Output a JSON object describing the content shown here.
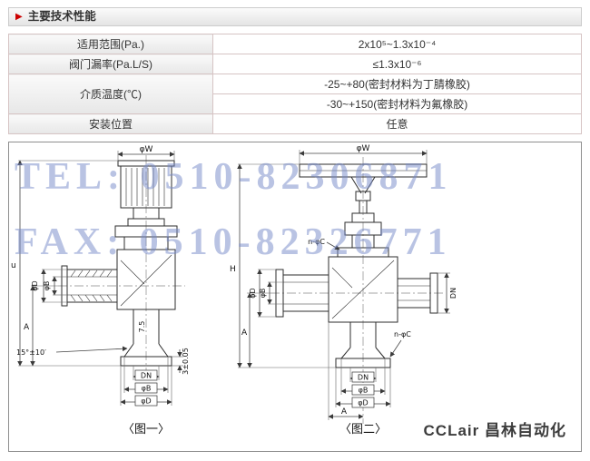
{
  "header": {
    "marker": "▶",
    "title": "主要技术性能"
  },
  "table": {
    "rows": [
      {
        "label": "适用范围(Pa.)",
        "value": "2x10⁵~1.3x10⁻⁴"
      },
      {
        "label": "阀门漏率(Pa.L/S)",
        "value": "≤1.3x10⁻⁶"
      },
      {
        "label": "介质温度(℃)",
        "values": [
          "-25~+80(密封材料为丁腈橡胶)",
          "-30~+150(密封材料为氟橡胶)"
        ]
      },
      {
        "label": "安装位置",
        "value": "任意"
      }
    ]
  },
  "watermark": {
    "tel": "TEL: 0510-82306871",
    "fax": "FAX: 0510-82326771"
  },
  "dims": {
    "phi_w": "φW",
    "phi_d": "φD",
    "phi_b": "φB",
    "dn": "DN",
    "a": "A",
    "h": "H",
    "u": "u",
    "angle": "15°±10′",
    "tol": "3±0.05",
    "wall": "7.5",
    "n_phi_c": "n-φC"
  },
  "figures": {
    "fig1": "〈图一〉",
    "fig2": "〈图二〉"
  },
  "brand": "CCLair 昌林自动化",
  "colors": {
    "accent_red": "#cc0000",
    "watermark_blue": "#7387c8",
    "line": "#3a3a3a"
  }
}
